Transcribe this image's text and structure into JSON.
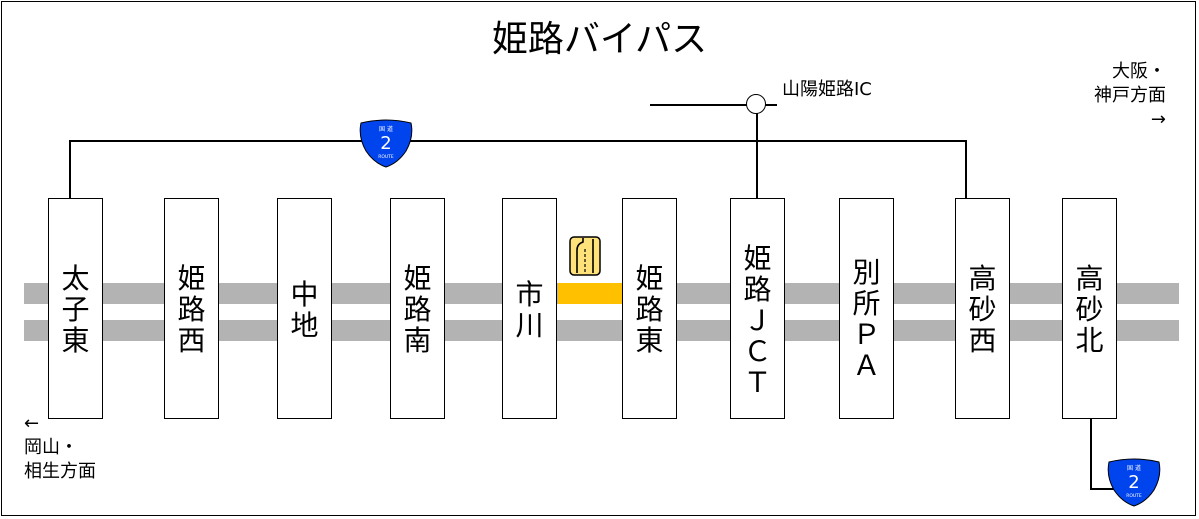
{
  "title": "姫路バイパス",
  "colors": {
    "road": "#b3b3b3",
    "highlight": "#ffc000",
    "route_shield": "#0044ee"
  },
  "interchanges": [
    {
      "name": "太子東"
    },
    {
      "name": "姫路西"
    },
    {
      "name": "中地"
    },
    {
      "name": "姫路南"
    },
    {
      "name": "市川"
    },
    {
      "name": "姫路東"
    },
    {
      "name": "姫路ＪＣＴ"
    },
    {
      "name": "別所ＰＡ"
    },
    {
      "name": "高砂西"
    },
    {
      "name": "高砂北"
    }
  ],
  "connection_label": "山陽姫路IC",
  "direction_east": {
    "line1": "大阪・",
    "line2": "神戸方面",
    "arrow": "→"
  },
  "direction_west": {
    "arrow": "←",
    "line1": "岡山・",
    "line2": "相生方面"
  },
  "route_shield": {
    "top": "国 道",
    "number": "2",
    "bottom": "ROUTE",
    "icon": "national-route-shield-icon"
  },
  "sign_icon": "road-narrowing-sign-icon"
}
